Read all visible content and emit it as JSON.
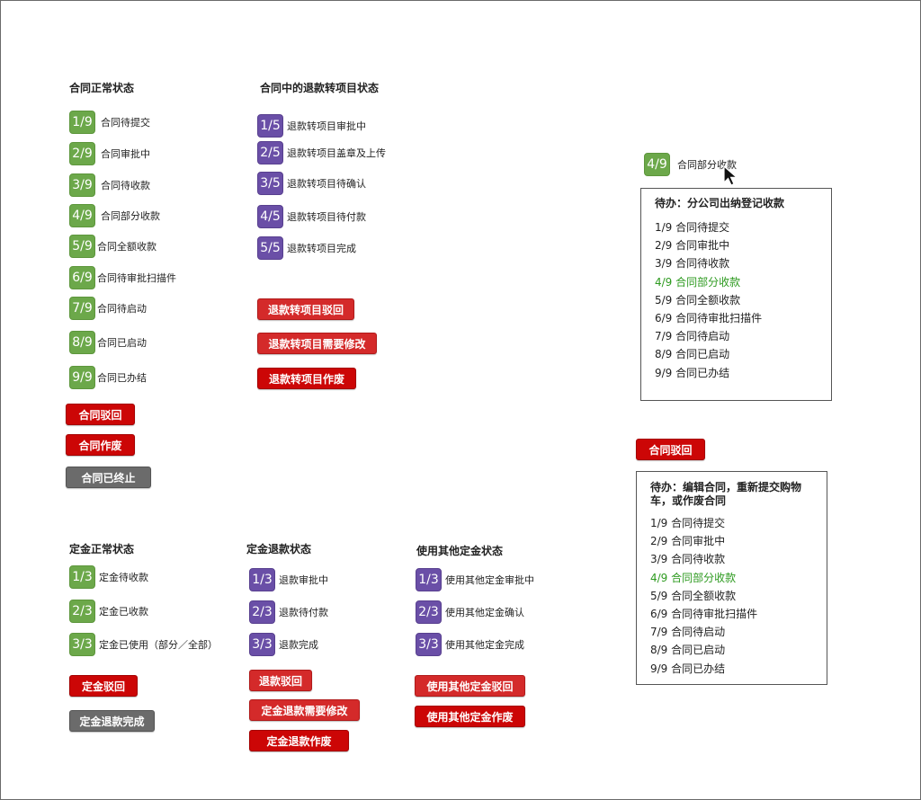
{
  "sections": {
    "contract_normal": {
      "title": "合同正常状态",
      "rows": [
        {
          "badge": "1/9",
          "label": "合同待提交"
        },
        {
          "badge": "2/9",
          "label": "合同审批中"
        },
        {
          "badge": "3/9",
          "label": "合同待收款"
        },
        {
          "badge": "4/9",
          "label": "合同部分收款"
        },
        {
          "badge": "5/9",
          "label": "合同全额收款"
        },
        {
          "badge": "6/9",
          "label": "合同待审批扫描件"
        },
        {
          "badge": "7/9",
          "label": "合同待启动"
        },
        {
          "badge": "8/9",
          "label": "合同已启动"
        },
        {
          "badge": "9/9",
          "label": "合同已办结"
        }
      ],
      "buttons": {
        "reject": "合同驳回",
        "void": "合同作废",
        "terminated": "合同已终止"
      }
    },
    "refund_transfer": {
      "title": "合同中的退款转项目状态",
      "rows": [
        {
          "badge": "1/5",
          "label": "退款转项目审批中"
        },
        {
          "badge": "2/5",
          "label": "退款转项目盖章及上传"
        },
        {
          "badge": "3/5",
          "label": "退款转项目待确认"
        },
        {
          "badge": "4/5",
          "label": "退款转项目待付款"
        },
        {
          "badge": "5/5",
          "label": "退款转项目完成"
        }
      ],
      "buttons": {
        "reject": "退款转项目驳回",
        "modify": "退款转项目需要修改",
        "void": "退款转项目作废"
      }
    },
    "deposit_normal": {
      "title": "定金正常状态",
      "rows": [
        {
          "badge": "1/3",
          "label": "定金待收款"
        },
        {
          "badge": "2/3",
          "label": "定金已收款"
        },
        {
          "badge": "3/3",
          "label": "定金已使用（部分／全部）"
        }
      ],
      "buttons": {
        "reject": "定金驳回",
        "refund_done": "定金退款完成"
      }
    },
    "deposit_refund": {
      "title": "定金退款状态",
      "rows": [
        {
          "badge": "1/3",
          "label": "退款审批中"
        },
        {
          "badge": "2/3",
          "label": "退款待付款"
        },
        {
          "badge": "3/3",
          "label": "退款完成"
        }
      ],
      "buttons": {
        "reject": "退款驳回",
        "modify": "定金退款需要修改",
        "void": "定金退款作废"
      }
    },
    "other_deposit": {
      "title": "使用其他定金状态",
      "rows": [
        {
          "badge": "1/3",
          "label": "使用其他定金审批中"
        },
        {
          "badge": "2/3",
          "label": "使用其他定金确认"
        },
        {
          "badge": "3/3",
          "label": "使用其他定金完成"
        }
      ],
      "buttons": {
        "reject": "使用其他定金驳回",
        "void": "使用其他定金作废"
      }
    }
  },
  "example_partial": {
    "badge": "4/9",
    "label": "合同部分收款",
    "todo": {
      "title": "待办：分公司出纳登记收款",
      "items": [
        "1/9 合同待提交",
        "2/9 合同审批中",
        "3/9 合同待收款",
        "4/9 合同部分收款",
        "5/9 合同全额收款",
        "6/9 合同待审批扫描件",
        "7/9 合同待启动",
        "8/9 合同已启动",
        "9/9 合同已办结"
      ],
      "active_index": 3
    }
  },
  "example_reject": {
    "button": "合同驳回",
    "todo": {
      "title": "待办：编辑合同，重新提交购物车，或作废合同",
      "items": [
        "1/9 合同待提交",
        "2/9 合同审批中",
        "3/9 合同待收款",
        "4/9 合同部分收款",
        "5/9 合同全额收款",
        "6/9 合同待审批扫描件",
        "7/9 合同待启动",
        "8/9 合同已启动",
        "9/9 合同已办结"
      ],
      "active_index": 3
    }
  },
  "colors": {
    "green_badge": "#6ca84a",
    "purple_badge": "#6a4fa7",
    "red_button": "#cc0606",
    "gray_button": "#6b6b6b",
    "active_text": "#2d9a1f"
  }
}
